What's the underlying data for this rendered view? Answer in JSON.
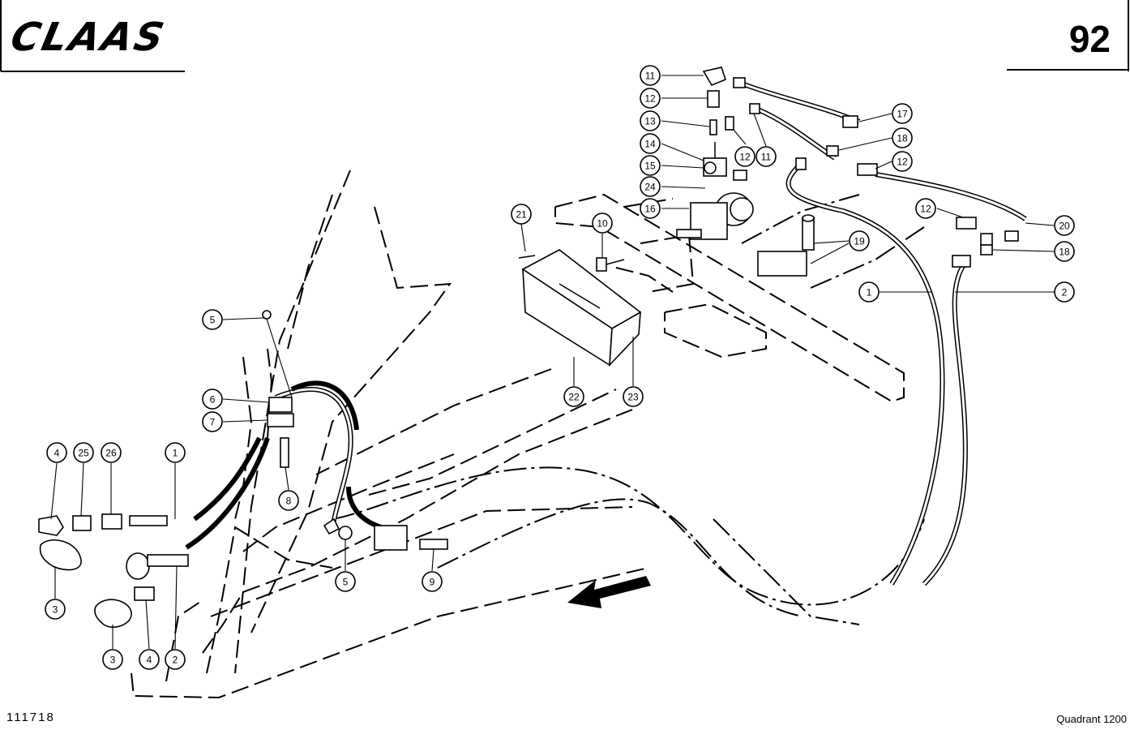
{
  "header": {
    "brand": "CLAAS",
    "page_number": "92"
  },
  "footer": {
    "drawing_number": "111718",
    "model": "Quadrant 1200"
  },
  "callouts": [
    "11",
    "12",
    "13",
    "14",
    "15",
    "24",
    "16",
    "12",
    "11",
    "17",
    "18",
    "12",
    "12",
    "20",
    "18",
    "19",
    "1",
    "2",
    "21",
    "10",
    "22",
    "23",
    "5",
    "6",
    "7",
    "8",
    "4",
    "25",
    "26",
    "1",
    "3",
    "3",
    "4",
    "2",
    "5",
    "9"
  ]
}
